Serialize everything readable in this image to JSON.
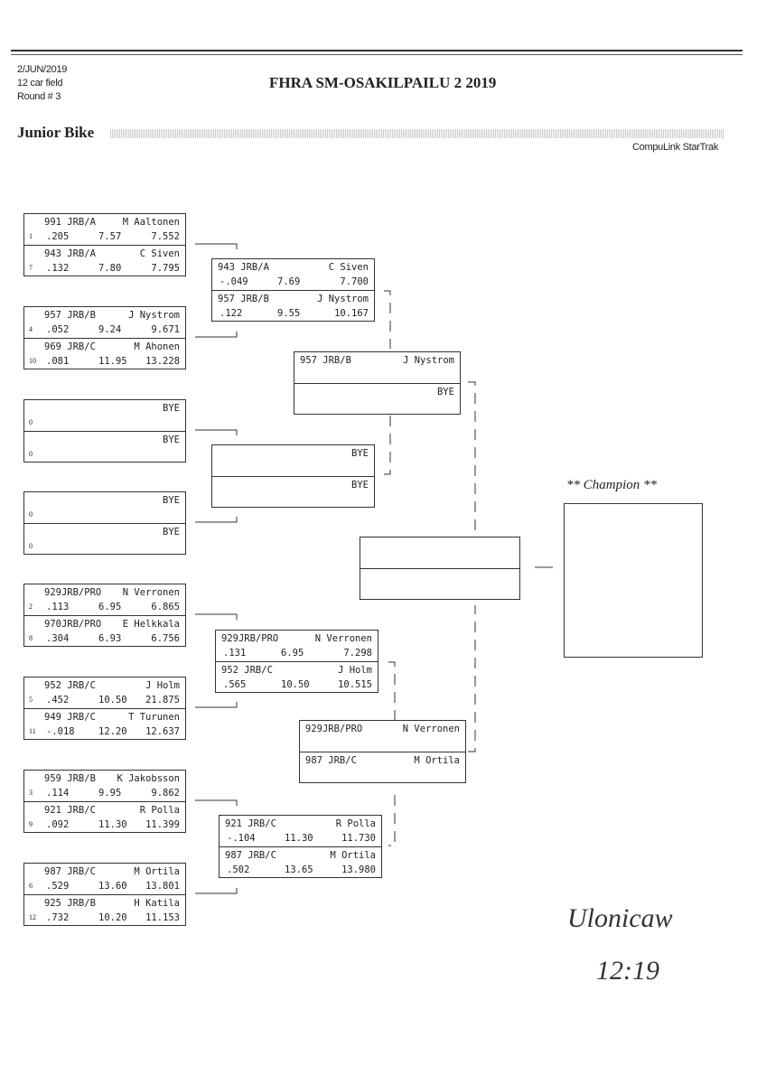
{
  "header": {
    "date": "2/JUN/2019",
    "field": "12 car field",
    "round": "Round # 3",
    "title": "FHRA SM-OSAKILPAILU 2 2019",
    "section": "Junior Bike",
    "brand": "CompuLink StarTrak"
  },
  "round1": [
    {
      "lanes": [
        {
          "car": "991 JRB/A",
          "driver": "M Aaltonen",
          "seed": "1",
          "rt": ".205",
          "dial": "7.57",
          "et": "7.552"
        },
        {
          "car": "943 JRB/A",
          "driver": "C Siven",
          "seed": "7",
          "rt": ".132",
          "dial": "7.80",
          "et": "7.795"
        }
      ]
    },
    {
      "lanes": [
        {
          "car": "957 JRB/B",
          "driver": "J Nystrom",
          "seed": "4",
          "rt": ".052",
          "dial": "9.24",
          "et": "9.671"
        },
        {
          "car": "969 JRB/C",
          "driver": "M Ahonen",
          "seed": "10",
          "rt": ".081",
          "dial": "11.95",
          "et": "13.228"
        }
      ]
    },
    {
      "lanes": [
        {
          "car": "",
          "driver": "BYE",
          "seed": "0",
          "rt": "",
          "dial": "",
          "et": ""
        },
        {
          "car": "",
          "driver": "BYE",
          "seed": "0",
          "rt": "",
          "dial": "",
          "et": ""
        }
      ]
    },
    {
      "lanes": [
        {
          "car": "",
          "driver": "BYE",
          "seed": "0",
          "rt": "",
          "dial": "",
          "et": ""
        },
        {
          "car": "",
          "driver": "BYE",
          "seed": "0",
          "rt": "",
          "dial": "",
          "et": ""
        }
      ]
    },
    {
      "lanes": [
        {
          "car": "929JRB/PRO",
          "driver": "N Verronen",
          "seed": "2",
          "rt": ".113",
          "dial": "6.95",
          "et": "6.865"
        },
        {
          "car": "970JRB/PRO",
          "driver": "E Helkkala",
          "seed": "8",
          "rt": ".304",
          "dial": "6.93",
          "et": "6.756"
        }
      ]
    },
    {
      "lanes": [
        {
          "car": "952 JRB/C",
          "driver": "J Holm",
          "seed": "5",
          "rt": ".452",
          "dial": "10.50",
          "et": "21.875"
        },
        {
          "car": "949 JRB/C",
          "driver": "T Turunen",
          "seed": "11",
          "rt": "-.018",
          "dial": "12.20",
          "et": "12.637"
        }
      ]
    },
    {
      "lanes": [
        {
          "car": "959 JRB/B",
          "driver": "K Jakobsson",
          "seed": "3",
          "rt": ".114",
          "dial": "9.95",
          "et": "9.862"
        },
        {
          "car": "921 JRB/C",
          "driver": "R Polla",
          "seed": "9",
          "rt": ".092",
          "dial": "11.30",
          "et": "11.399"
        }
      ]
    },
    {
      "lanes": [
        {
          "car": "987 JRB/C",
          "driver": "M Ortila",
          "seed": "6",
          "rt": ".529",
          "dial": "13.60",
          "et": "13.801"
        },
        {
          "car": "925 JRB/B",
          "driver": "H Katila",
          "seed": "12",
          "rt": ".732",
          "dial": "10.20",
          "et": "11.153"
        }
      ]
    }
  ],
  "round2": [
    {
      "lanes": [
        {
          "car": "943 JRB/A",
          "driver": "C Siven",
          "rt": "-.049",
          "dial": "7.69",
          "et": "7.700"
        },
        {
          "car": "957 JRB/B",
          "driver": "J Nystrom",
          "rt": ".122",
          "dial": "9.55",
          "et": "10.167"
        }
      ]
    },
    {
      "lanes": [
        {
          "car": "",
          "driver": "BYE",
          "rt": "",
          "dial": "",
          "et": ""
        },
        {
          "car": "",
          "driver": "BYE",
          "rt": "",
          "dial": "",
          "et": ""
        }
      ]
    },
    {
      "lanes": [
        {
          "car": "929JRB/PRO",
          "driver": "N Verronen",
          "rt": ".131",
          "dial": "6.95",
          "et": "7.298"
        },
        {
          "car": "952 JRB/C",
          "driver": "J Holm",
          "rt": ".565",
          "dial": "10.50",
          "et": "10.515"
        }
      ]
    },
    {
      "lanes": [
        {
          "car": "921 JRB/C",
          "driver": "R Polla",
          "rt": "-.104",
          "dial": "11.30",
          "et": "11.730"
        },
        {
          "car": "987 JRB/C",
          "driver": "M Ortila",
          "rt": ".502",
          "dial": "13.65",
          "et": "13.980"
        }
      ]
    }
  ],
  "round3": [
    {
      "lanes": [
        {
          "car": "957 JRB/B",
          "driver": "J Nystrom",
          "rt": "",
          "dial": "",
          "et": ""
        },
        {
          "car": "",
          "driver": "BYE",
          "rt": "",
          "dial": "",
          "et": ""
        }
      ]
    },
    {
      "lanes": [
        {
          "car": "929JRB/PRO",
          "driver": "N Verronen",
          "rt": "",
          "dial": "",
          "et": ""
        },
        {
          "car": "987 JRB/C",
          "driver": "M Ortila",
          "rt": "",
          "dial": "",
          "et": ""
        }
      ]
    }
  ],
  "final": {
    "lanes": [
      {
        "car": "",
        "driver": "",
        "rt": "",
        "dial": "",
        "et": ""
      },
      {
        "car": "",
        "driver": "",
        "rt": "",
        "dial": "",
        "et": ""
      }
    ]
  },
  "champion": {
    "label": "** Champion **",
    "name": ""
  },
  "handwriting": {
    "signature": "Ulonicaw",
    "time": "12:19"
  }
}
